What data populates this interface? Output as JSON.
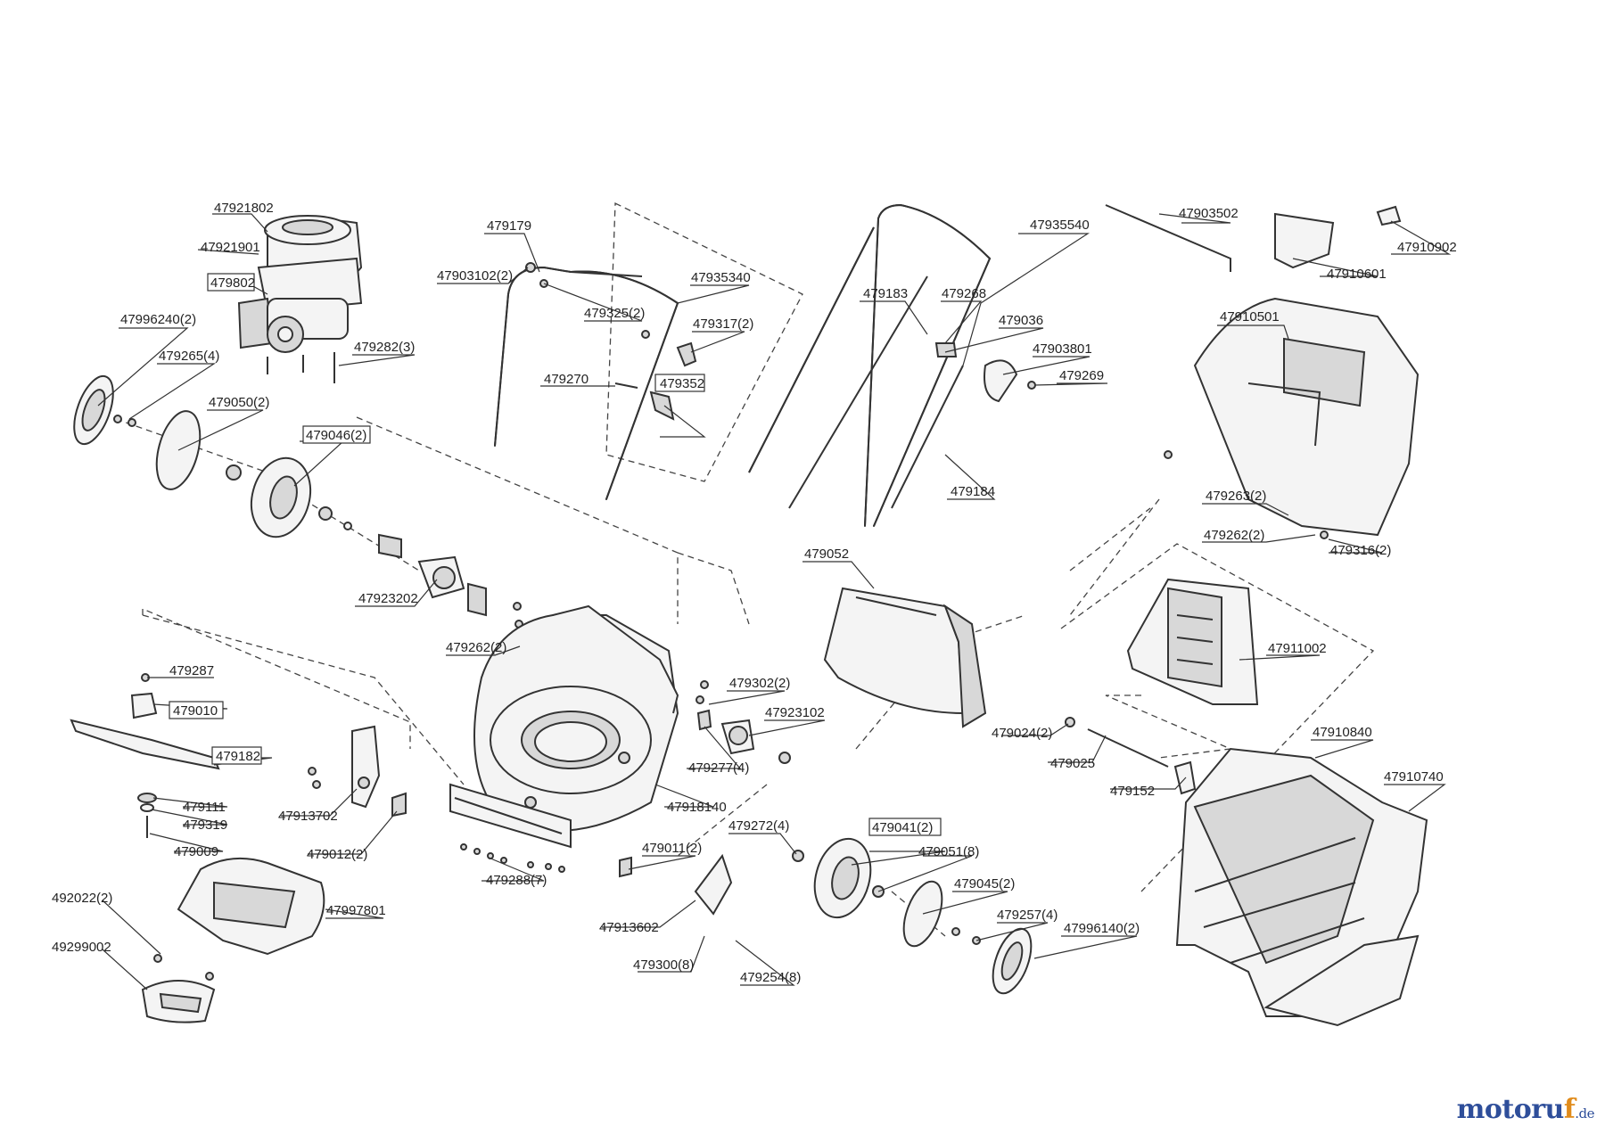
{
  "brand": {
    "name_main": "motoru",
    "name_accent": "f",
    "tld": ".de"
  },
  "labels": {
    "p47921802": "47921802",
    "p47921901": "47921901",
    "p479802": "479802",
    "p47996240": "47996240(2)",
    "p479265": "479265(4)",
    "p479282": "479282(3)",
    "p479050": "479050(2)",
    "p479046": "479046(2)",
    "p47923202": "47923202",
    "p479179": "479179",
    "p47903102": "47903102(2)",
    "p479325": "479325(2)",
    "p47935340": "47935340",
    "p479317": "479317(2)",
    "p479270": "479270",
    "p479352": "479352",
    "p479183": "479183",
    "p479268": "479268",
    "p47935540": "47935540",
    "p479036": "479036",
    "p47903801": "47903801",
    "p479269": "479269",
    "p479184": "479184",
    "p47903502": "47903502",
    "p47910601": "47910601",
    "p47910902": "47910902",
    "p47910501": "47910501",
    "p479263": "479263(2)",
    "p479262b": "479262(2)",
    "p479316": "479316(2)",
    "p479052": "479052",
    "p479287": "479287",
    "p479010": "479010",
    "p479182": "479182",
    "p479111": "479111",
    "p479319": "479319",
    "p479009": "479009",
    "p47913702": "47913702",
    "p479012": "479012(2)",
    "p479262a": "479262(2)",
    "p479302": "479302(2)",
    "p47923102": "47923102",
    "p479277": "479277(4)",
    "p47918140": "47918140",
    "p479288": "479288(7)",
    "p479011": "479011(2)",
    "p479272": "479272(4)",
    "p479041": "479041(2)",
    "p479051": "479051(8)",
    "p479045": "479045(2)",
    "p479257": "479257(4)",
    "p47996140": "47996140(2)",
    "p47913602": "47913602",
    "p479300": "479300(8)",
    "p479254": "479254(8)",
    "p47911002": "47911002",
    "p479024": "479024(2)",
    "p479025": "479025",
    "p479152": "479152",
    "p47910840": "47910840",
    "p47910740": "47910740",
    "p492022": "492022(2)",
    "p49299002": "49299002",
    "p47997801": "47997801"
  }
}
